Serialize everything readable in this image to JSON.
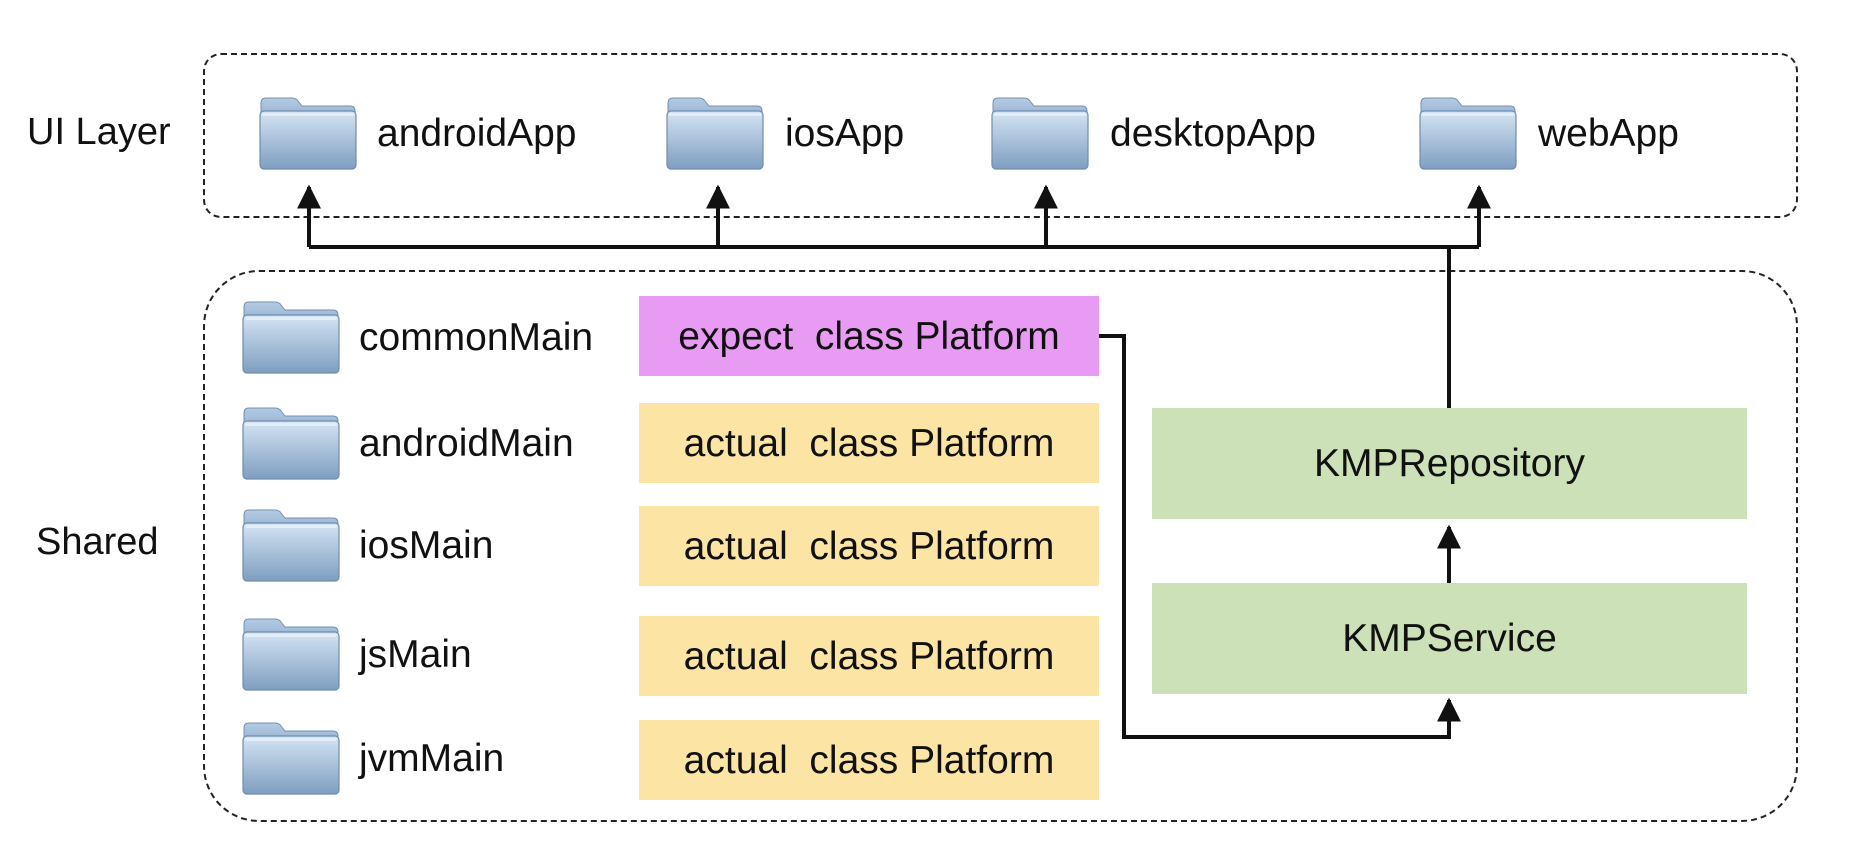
{
  "ui_layer": {
    "label": "UI Layer",
    "apps": [
      {
        "label": "androidApp",
        "icon": "folder-icon"
      },
      {
        "label": "iosApp",
        "icon": "folder-icon"
      },
      {
        "label": "desktopApp",
        "icon": "folder-icon"
      },
      {
        "label": "webApp",
        "icon": "folder-icon"
      }
    ]
  },
  "shared": {
    "label": "Shared",
    "source_sets": [
      {
        "label": "commonMain",
        "icon": "folder-icon",
        "declaration": "expect  class Platform"
      },
      {
        "label": "androidMain",
        "icon": "folder-icon",
        "declaration": "actual  class Platform"
      },
      {
        "label": "iosMain",
        "icon": "folder-icon",
        "declaration": "actual  class Platform"
      },
      {
        "label": "jsMain",
        "icon": "folder-icon",
        "declaration": "actual  class Platform"
      },
      {
        "label": "jvmMain",
        "icon": "folder-icon",
        "declaration": "actual  class Platform"
      }
    ],
    "components": {
      "repository": "KMPRepository",
      "service": "KMPService"
    }
  },
  "colors": {
    "expect_fill": "#E89BF2",
    "actual_fill": "#FBE4A4",
    "component_fill": "#CDE1B8",
    "line": "#111111",
    "folder_dark": "#7F9FC1",
    "folder_light": "#C9DDF0"
  }
}
